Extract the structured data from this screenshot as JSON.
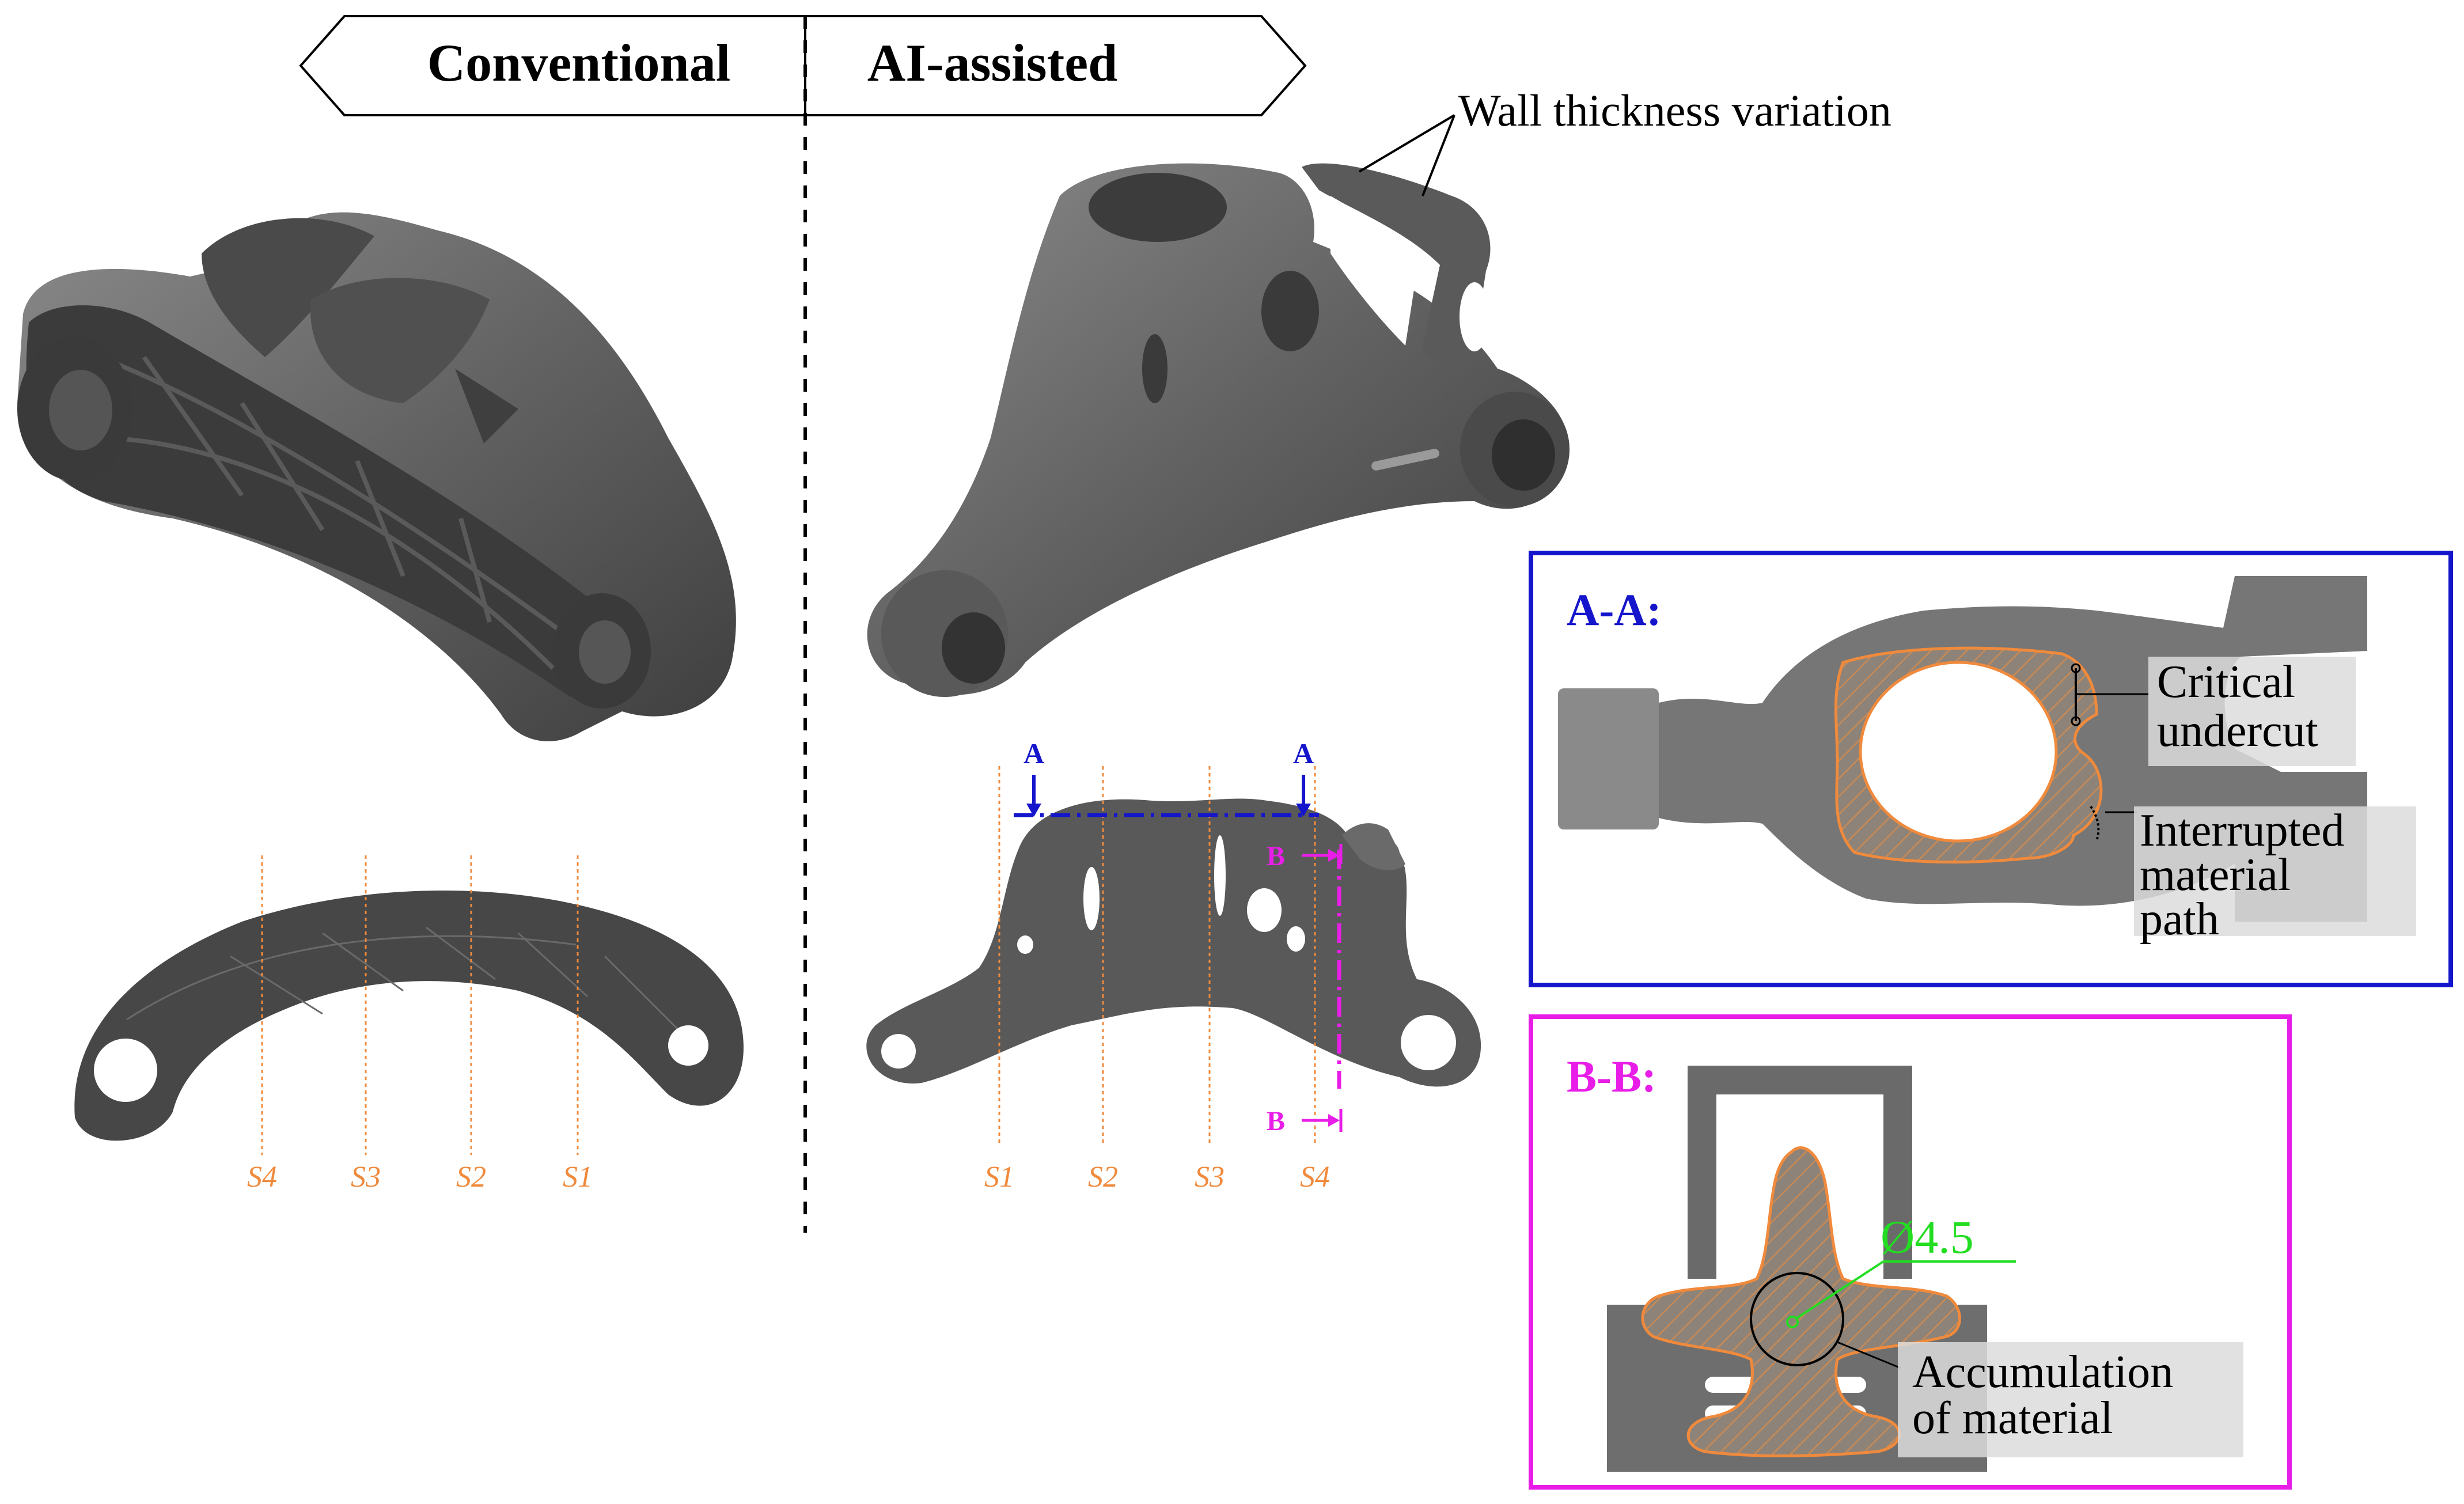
{
  "header": {
    "left_label": "Conventional",
    "right_label": "AI-assisted"
  },
  "annotations": {
    "wall_thickness": "Wall thickness variation",
    "critical_undercut_line1": "Critical",
    "critical_undercut_line2": "undercut",
    "interrupted_line1": "Interrupted",
    "interrupted_line2": "material",
    "interrupted_line3": "path",
    "accumulation_line1": "Accumulation",
    "accumulation_line2": "of material",
    "diameter": "Ø4.5"
  },
  "conventional_sections": [
    "S4",
    "S3",
    "S2",
    "S1"
  ],
  "ai_sections": [
    "S1",
    "S2",
    "S3",
    "S4"
  ],
  "cut_markers": {
    "a": "A",
    "b": "B"
  },
  "panels": {
    "aa_title": "A-A:",
    "bb_title": "B-B:"
  },
  "colors": {
    "part_gray": "#5f5f5f",
    "part_dark": "#3c3c3c",
    "section_orange": "#f08a3c",
    "aa_blue": "#1515cc",
    "bb_magenta": "#e81ee8",
    "dim_green": "#22dd22"
  }
}
